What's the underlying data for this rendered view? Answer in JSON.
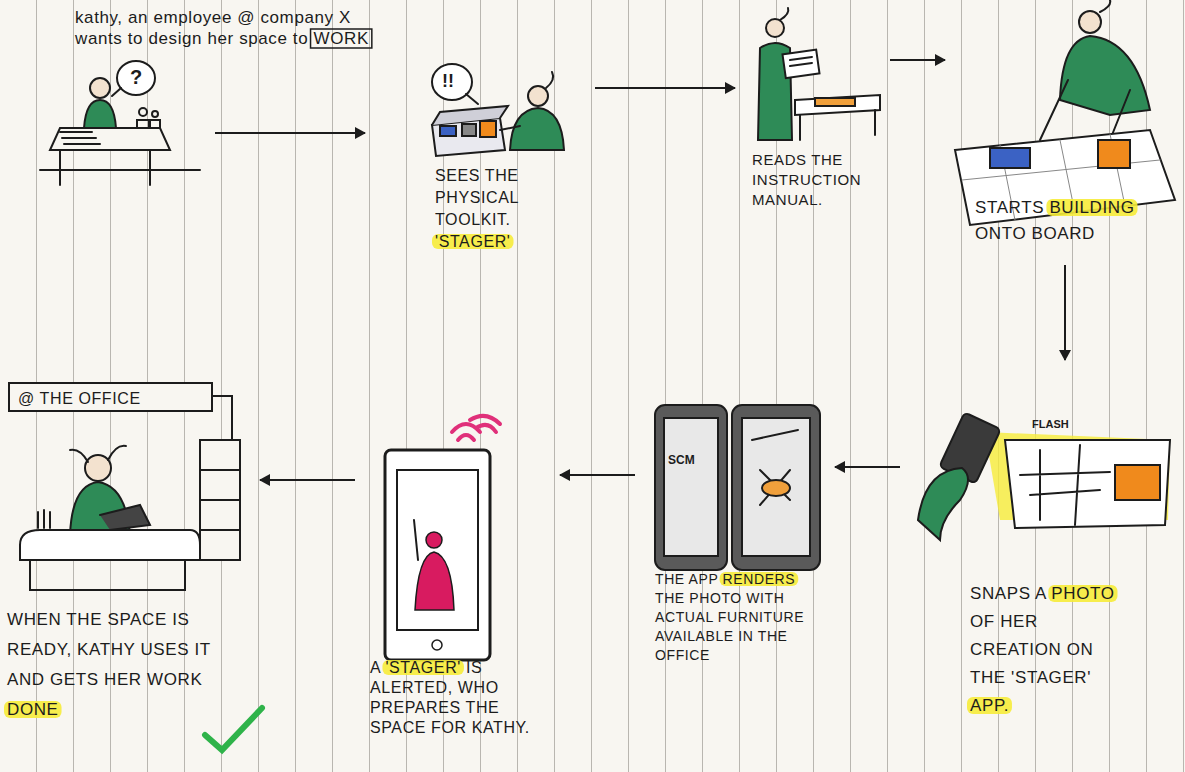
{
  "diagram": {
    "nodes": [
      {
        "text": [
          "kathy, an employee @ company X wants to design her space to WORK"
        ]
      },
      {
        "text": [
          "SEES THE PHYSICAL TOOLKIT. 'STAGER'"
        ]
      },
      {
        "text": [
          "READS THE INSTRUCTION MANUAL."
        ]
      },
      {
        "text": [
          "STARTS BUILDING ONTO BOARD"
        ]
      },
      {
        "text": [
          "SNAPS A PHOTO OF HER CREATION ON THE 'STAGER' APP."
        ]
      },
      {
        "text": [
          "THE APP RENDERS THE PHOTO WITH ACTUAL FURNITURE AVAILABLE IN THE OFFICE"
        ]
      },
      {
        "text": [
          "A 'STAGER' IS ALERTED, WHO PREPARES THE SPACE FOR KATHY."
        ]
      },
      {
        "text": [
          "WHEN THE SPACE IS READY, KATHY USES IT AND GETS HER WORK DONE"
        ]
      },
      {
        "text": [
          "@ THE OFFICE"
        ],
        "in": 7
      }
    ],
    "edges": [
      {
        "from": 0,
        "to": 1,
        "arrow": "to"
      },
      {
        "from": 1,
        "to": 2,
        "arrow": "to"
      },
      {
        "from": 2,
        "to": 3,
        "arrow": "to"
      },
      {
        "from": 3,
        "to": 4,
        "arrow": "to"
      },
      {
        "from": 4,
        "to": 5,
        "arrow": "to"
      },
      {
        "from": 5,
        "to": 6,
        "arrow": "to"
      },
      {
        "from": 6,
        "to": 7,
        "arrow": "to"
      }
    ],
    "labels": [
      "?",
      "!!",
      "FLASH",
      "SCM"
    ]
  }
}
